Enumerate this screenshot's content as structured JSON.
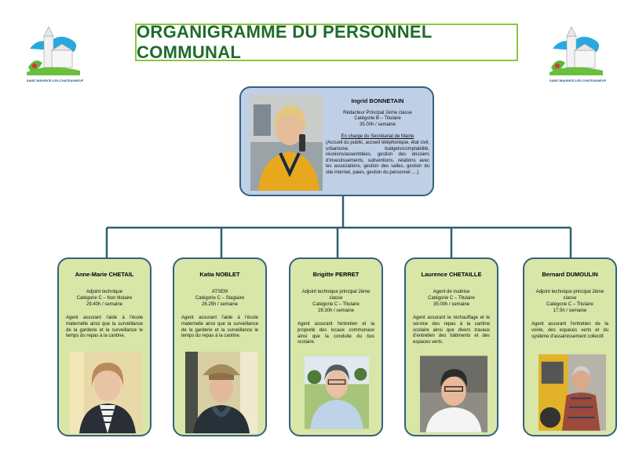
{
  "title": "ORGANIGRAMME DU PERSONNEL COMMUNAL",
  "logo_caption": "SAINT-MAURICE-LES-CHATEAUNEUF",
  "director": {
    "name": "Ingrid BONNETAIN",
    "grade": "Rédacteur Principal 2ème classe",
    "category": "Catégorie B – Titulaire",
    "hours": "35.00h / semaine",
    "role": "En charge du Secrétariat de Mairie",
    "description": "(Accueil du public, accueil téléphonique, état civil, urbanisme, budgets/comptabilité, réunions/assemblées, gestion des dossiers d'investissements, subventions, relations avec les associations, gestion des salles, gestion du site internet, paies, gestion du personnel ....)."
  },
  "staff": [
    {
      "name": "Anne-Marie CHETAIL",
      "grade": "Adjoint technique",
      "category": "Catégorie C – Non titulaire",
      "hours": "29.40h / semaine",
      "description": "Agent assurant l'aide à l'école maternelle ainsi que la surveillance de la garderie et la surveillance le temps du repas à la cantine."
    },
    {
      "name": "Katia NOBLET",
      "grade": "ATSEM",
      "category": "Catégorie C – Stagiaire",
      "hours": "26.25h / semaine",
      "description": "Agent assurant l'aide à l'école maternelle ainsi que la surveillance de la garderie et la surveillance le temps du repas à la cantine."
    },
    {
      "name": "Brigitte PERRET",
      "grade": "Adjoint technique principal 2ème classe",
      "category": "Catégorie C – Titulaire",
      "hours": "29.30h / semaine",
      "description": "Agent assurant l'entretien et la propreté des locaux communaux ainsi que la conduite du bus scolaire."
    },
    {
      "name": "Laurence CHETAILLE",
      "grade": "Agent de maitrise",
      "category": "Catégorie C – Titulaire",
      "hours": "35.00h / semaine",
      "description": "Agent assurant le réchauffage et le service des repas à la cantine scolaire ainsi que divers travaux d'entretien des bâtiments et des espaces verts."
    },
    {
      "name": "Bernard DUMOULIN",
      "grade": "Adjoint technique principal 2ème classe",
      "category": "Catégorie C – Titulaire",
      "hours": "17.5h / semaine",
      "description": "Agent assurant l'entretien de la voirie, des espaces verts et du système d'assainissement collectif."
    }
  ],
  "colors": {
    "title": "#1f6b2b",
    "title_border": "#8cc63f",
    "director_fill": "#bfd0e6",
    "staff_fill": "#d8e6a8",
    "border": "#34607e"
  }
}
